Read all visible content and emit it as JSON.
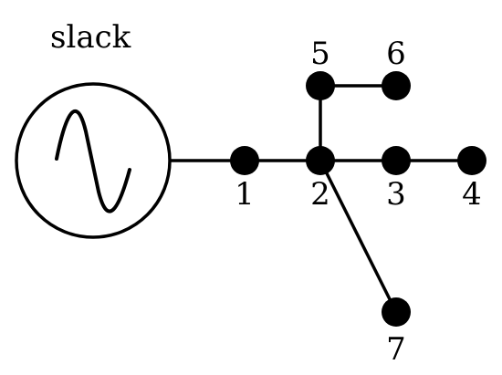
{
  "diagram": {
    "slack_label": "slack",
    "buses": [
      {
        "id": "1",
        "label": "1"
      },
      {
        "id": "2",
        "label": "2"
      },
      {
        "id": "3",
        "label": "3"
      },
      {
        "id": "4",
        "label": "4"
      },
      {
        "id": "5",
        "label": "5"
      },
      {
        "id": "6",
        "label": "6"
      },
      {
        "id": "7",
        "label": "7"
      }
    ],
    "connections": [
      {
        "from": "slack",
        "to": "1"
      },
      {
        "from": "1",
        "to": "2"
      },
      {
        "from": "2",
        "to": "3"
      },
      {
        "from": "3",
        "to": "4"
      },
      {
        "from": "2",
        "to": "5"
      },
      {
        "from": "5",
        "to": "6"
      },
      {
        "from": "2",
        "to": "7"
      }
    ],
    "icons": {
      "generator": "sine-wave-generator-icon"
    }
  }
}
